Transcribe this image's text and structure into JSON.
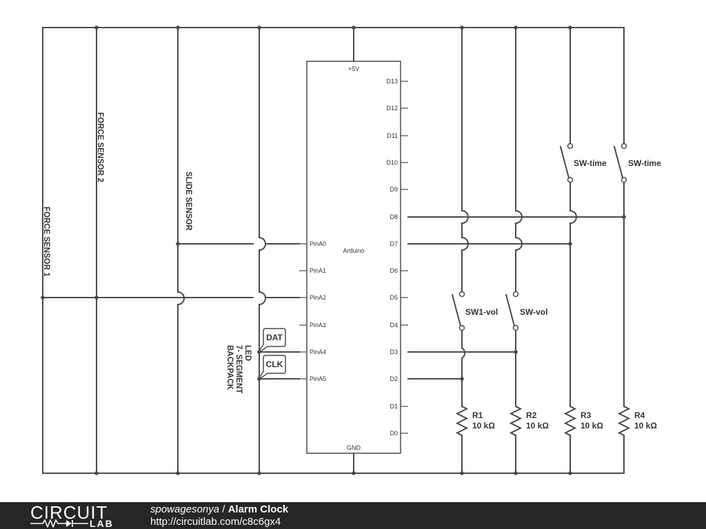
{
  "arduino": {
    "name": "Arduino",
    "top_pin": "+5V",
    "bottom_pin": "GND",
    "left_pins": [
      "PinA0",
      "PinA1",
      "PinA2",
      "PinA3",
      "PinA4",
      "PinA5"
    ],
    "right_pins": [
      "D13",
      "D12",
      "D11",
      "D10",
      "D9",
      "D8",
      "D7",
      "D6",
      "D5",
      "D4",
      "D3",
      "D2",
      "D1",
      "D0"
    ]
  },
  "sensors": {
    "force_sensor_1": "FORCE SENSOR 1",
    "force_sensor_2": "FORCE SENSOR 2",
    "slide_sensor": "SLIDE SENSOR"
  },
  "led_backpack": {
    "lines": [
      "LED",
      "7- SEGMENT",
      "BACKPACK"
    ],
    "dat_tag": "DAT",
    "clk_tag": "CLK"
  },
  "switches": {
    "sw1_vol": "SW1-vol",
    "sw_vol": "SW-vol",
    "sw_time_1": "SW-time",
    "sw_time_2": "SW-time"
  },
  "resistors": [
    {
      "name": "R1",
      "value": "10 kΩ"
    },
    {
      "name": "R2",
      "value": "10 kΩ"
    },
    {
      "name": "R3",
      "value": "10 kΩ"
    },
    {
      "name": "R4",
      "value": "10 kΩ"
    }
  ],
  "footer": {
    "logo_top": "CIRCUIT",
    "logo_bottom": "LAB",
    "author": "spowagesonya",
    "separator": " / ",
    "title": "Alarm Clock",
    "url": "http://circuitlab.com/c8c6gx4"
  }
}
